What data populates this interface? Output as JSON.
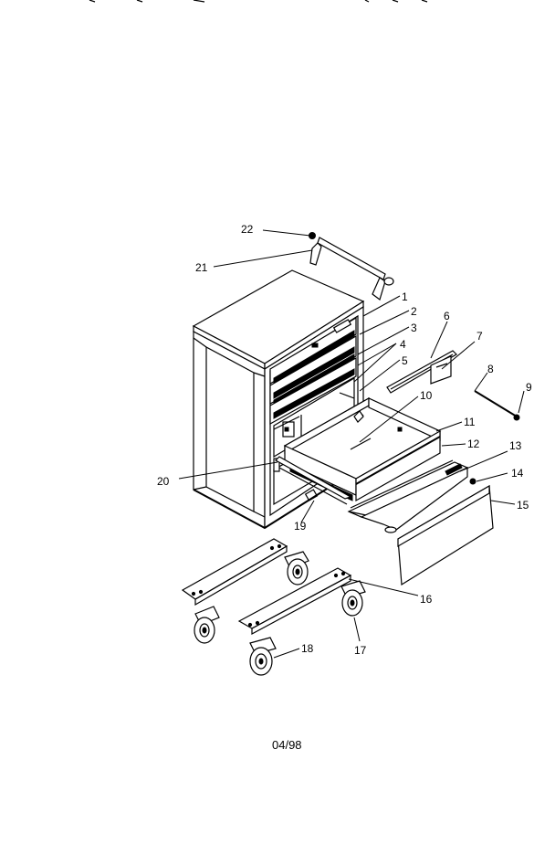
{
  "diagram": {
    "date_code": "04/98",
    "callouts": [
      {
        "id": "c1",
        "label": "1"
      },
      {
        "id": "c2",
        "label": "2"
      },
      {
        "id": "c3",
        "label": "3"
      },
      {
        "id": "c4",
        "label": "4"
      },
      {
        "id": "c5",
        "label": "5"
      },
      {
        "id": "c6",
        "label": "6"
      },
      {
        "id": "c7",
        "label": "7"
      },
      {
        "id": "c8",
        "label": "8"
      },
      {
        "id": "c9",
        "label": "9"
      },
      {
        "id": "c10",
        "label": "10"
      },
      {
        "id": "c11",
        "label": "11"
      },
      {
        "id": "c12",
        "label": "12"
      },
      {
        "id": "c13",
        "label": "13"
      },
      {
        "id": "c14",
        "label": "14"
      },
      {
        "id": "c15",
        "label": "15"
      },
      {
        "id": "c16",
        "label": "16"
      },
      {
        "id": "c17",
        "label": "17"
      },
      {
        "id": "c18",
        "label": "18"
      },
      {
        "id": "c19",
        "label": "19"
      },
      {
        "id": "c20",
        "label": "20"
      },
      {
        "id": "c21",
        "label": "21"
      },
      {
        "id": "c22",
        "label": "22"
      }
    ]
  }
}
